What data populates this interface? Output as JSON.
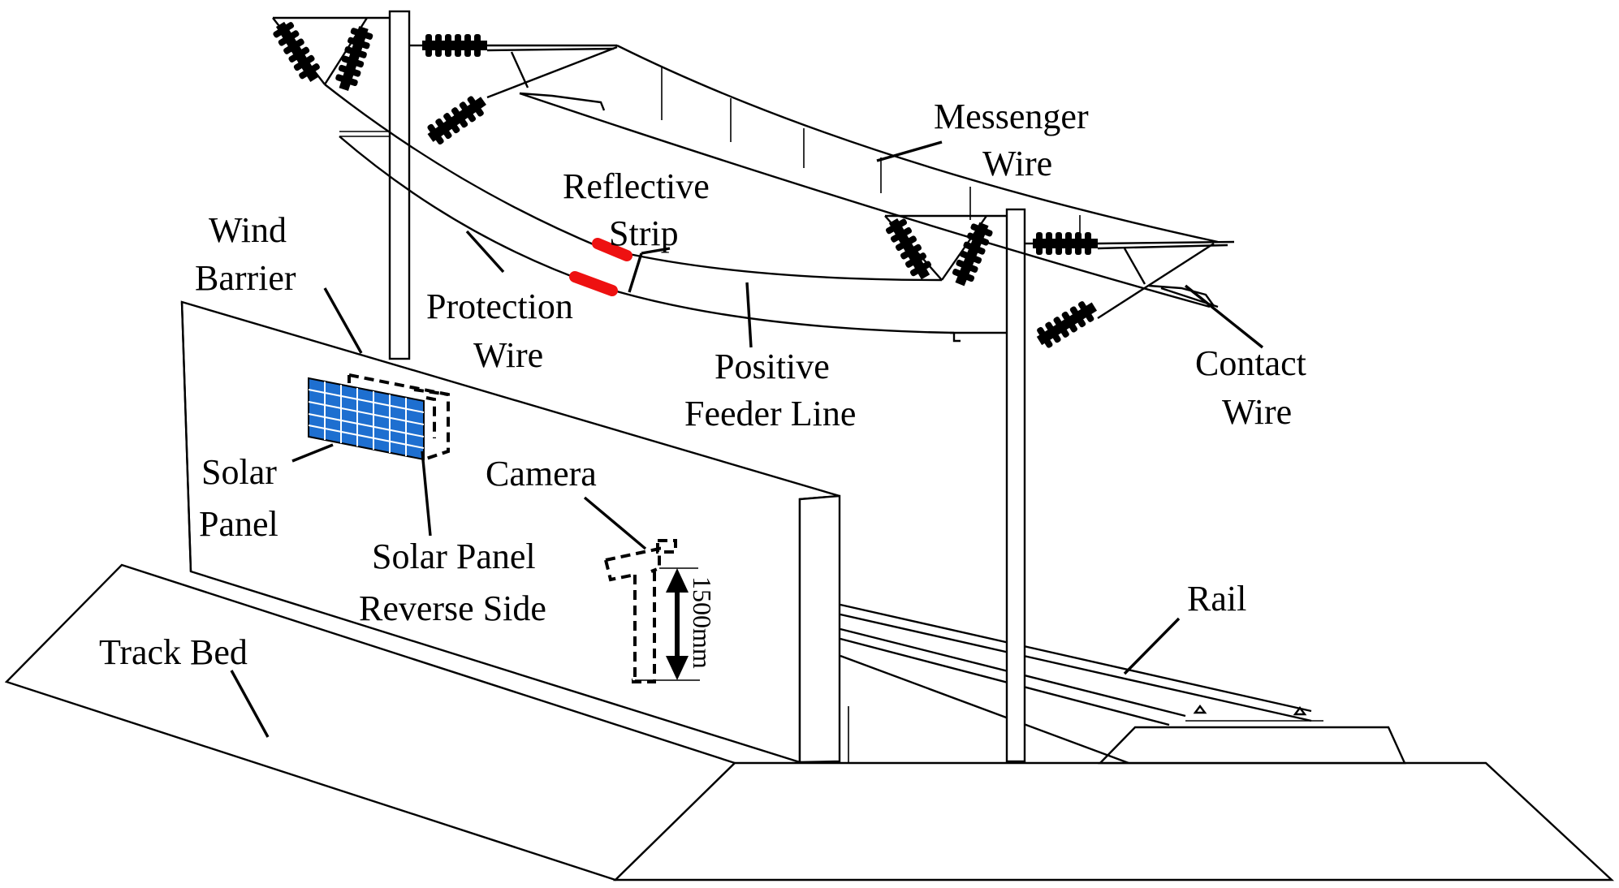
{
  "labels": {
    "messenger_wire": [
      "Messenger",
      "Wire"
    ],
    "reflective_strip": [
      "Reflective",
      "Strip"
    ],
    "wind_barrier": [
      "Wind",
      "Barrier"
    ],
    "protection_wire": [
      "Protection",
      "Wire"
    ],
    "positive_feeder_line": [
      "Positive",
      "Feeder Line"
    ],
    "contact_wire": [
      "Contact",
      "Wire"
    ],
    "solar_panel": [
      "Solar",
      "Panel"
    ],
    "solar_panel_reverse_side": [
      "Solar Panel",
      "Reverse Side"
    ],
    "camera": "Camera",
    "rail": "Rail",
    "track_bed": "Track Bed",
    "camera_height": "1500mm"
  },
  "colors": {
    "reflective_strip": "#ee1111",
    "solar_panel_fill": "#1e6fd0",
    "solar_panel_grid": "#ffffff",
    "line": "#000000",
    "background": "#ffffff"
  },
  "icons": [
    "insulator-icon",
    "solar-panel-icon",
    "camera-icon",
    "height-arrow-icon"
  ]
}
